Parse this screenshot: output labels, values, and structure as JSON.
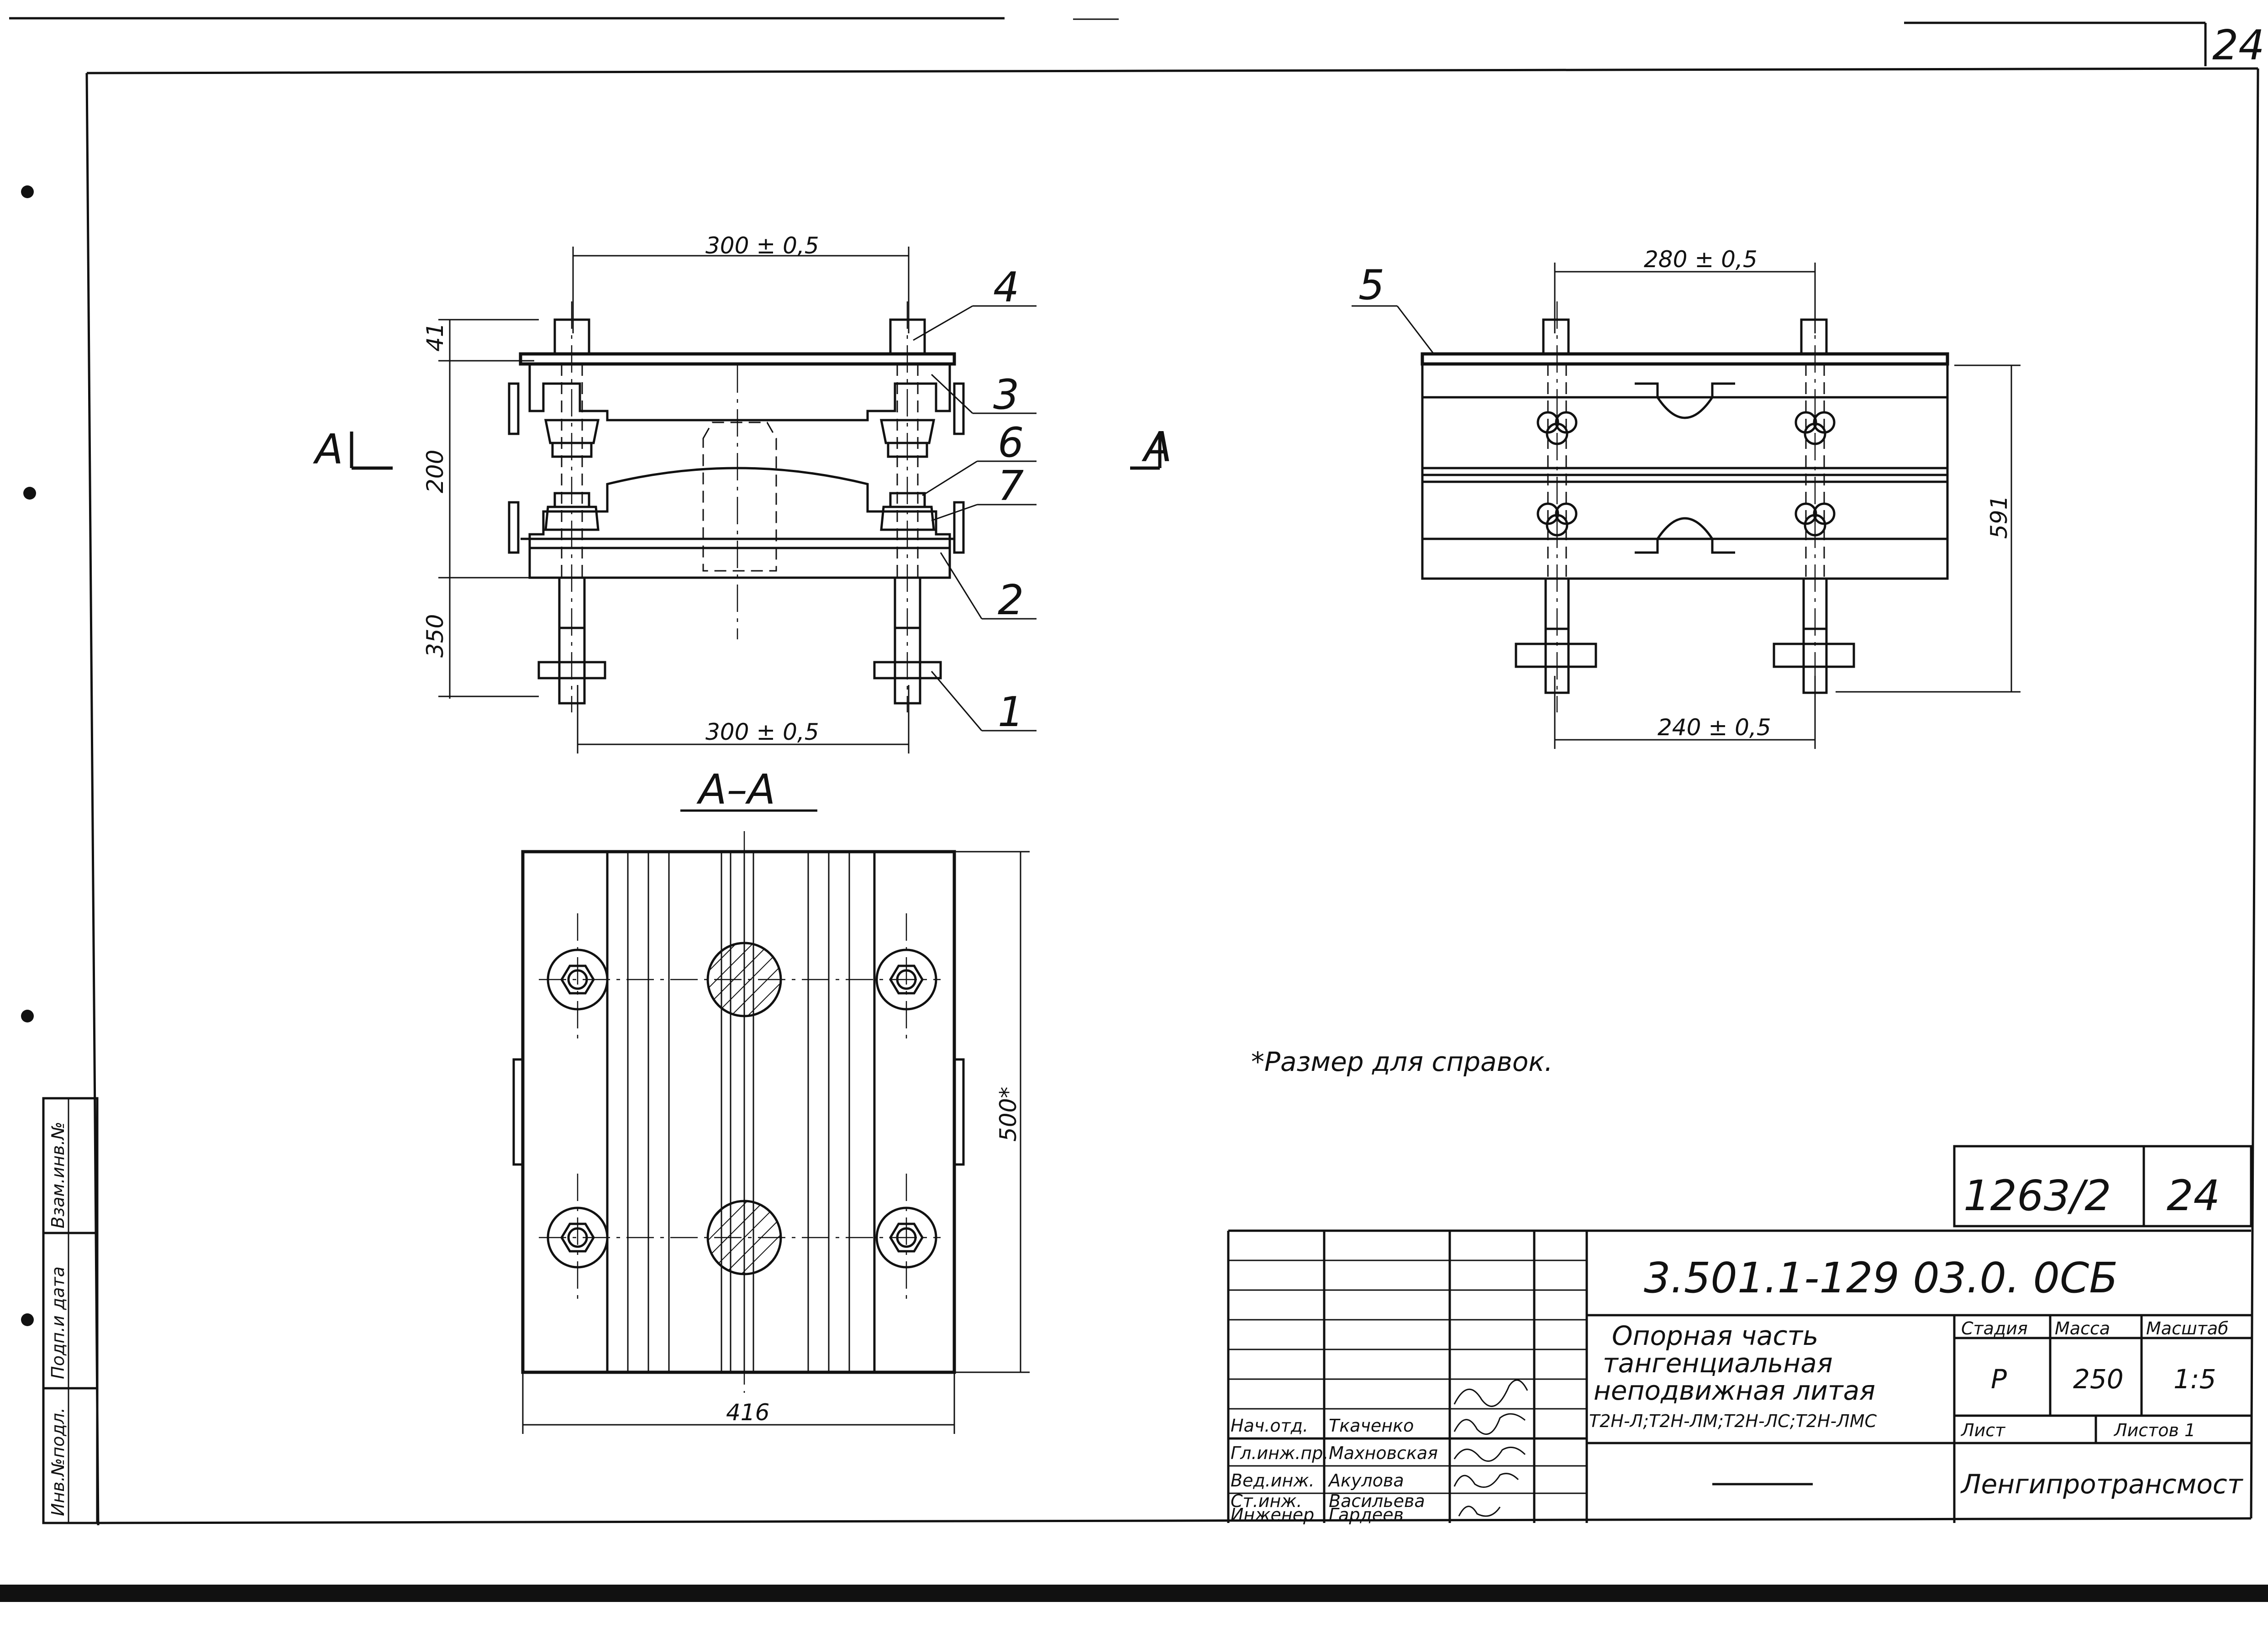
{
  "corner_sheet_number": "24",
  "front_view": {
    "dim_top": "300 ± 0,5",
    "dim_bottom": "300 ± 0,5",
    "dim_h1": "41",
    "dim_h2": "200",
    "dim_h3": "350",
    "section_mark_left": "A",
    "section_mark_right": "A",
    "callouts": [
      "4",
      "3",
      "6",
      "7",
      "2",
      "1"
    ]
  },
  "side_view": {
    "dim_top": "280 ± 0,5",
    "dim_bottom": "240 ± 0,5",
    "dim_height": "591",
    "callout": "5"
  },
  "section_view": {
    "title": "А–А",
    "dim_width": "416",
    "dim_height": "500*"
  },
  "note": "*Размер для справок.",
  "title_block": {
    "doc_number": "1263/2",
    "sheet_number": "24",
    "designation": "3.501.1-129 03.0. 0СБ",
    "title_line1": "Опорная часть",
    "title_line2": "тангенциальная",
    "title_line3": "неподвижная литая",
    "title_line4": "Т2Н-Л;Т2Н-ЛМ;Т2Н-ЛС;Т2Н-ЛМС",
    "stage_header": "Стадия",
    "mass_header": "Масса",
    "scale_header": "Масштаб",
    "stage_value": "Р",
    "mass_value": "250",
    "scale_value": "1:5",
    "sheet_label": "Лист",
    "sheets_label": "Листов 1",
    "organization": "Ленгипротрансмост",
    "signatures": [
      {
        "role": "Нач.отд.",
        "name": "Ткаченко"
      },
      {
        "role": "Гл.инж.пр.",
        "name": "Махновская"
      },
      {
        "role": "Вед.инж.",
        "name": "Акулова"
      },
      {
        "role": "Ст.инж.",
        "name": "Васильева"
      },
      {
        "role": "Инженер",
        "name": "Гардеев"
      }
    ]
  },
  "side_stamp": {
    "col1": "Инв.№подл.",
    "col2": "Подп.и дата",
    "col3": "Взам.инв.№"
  }
}
